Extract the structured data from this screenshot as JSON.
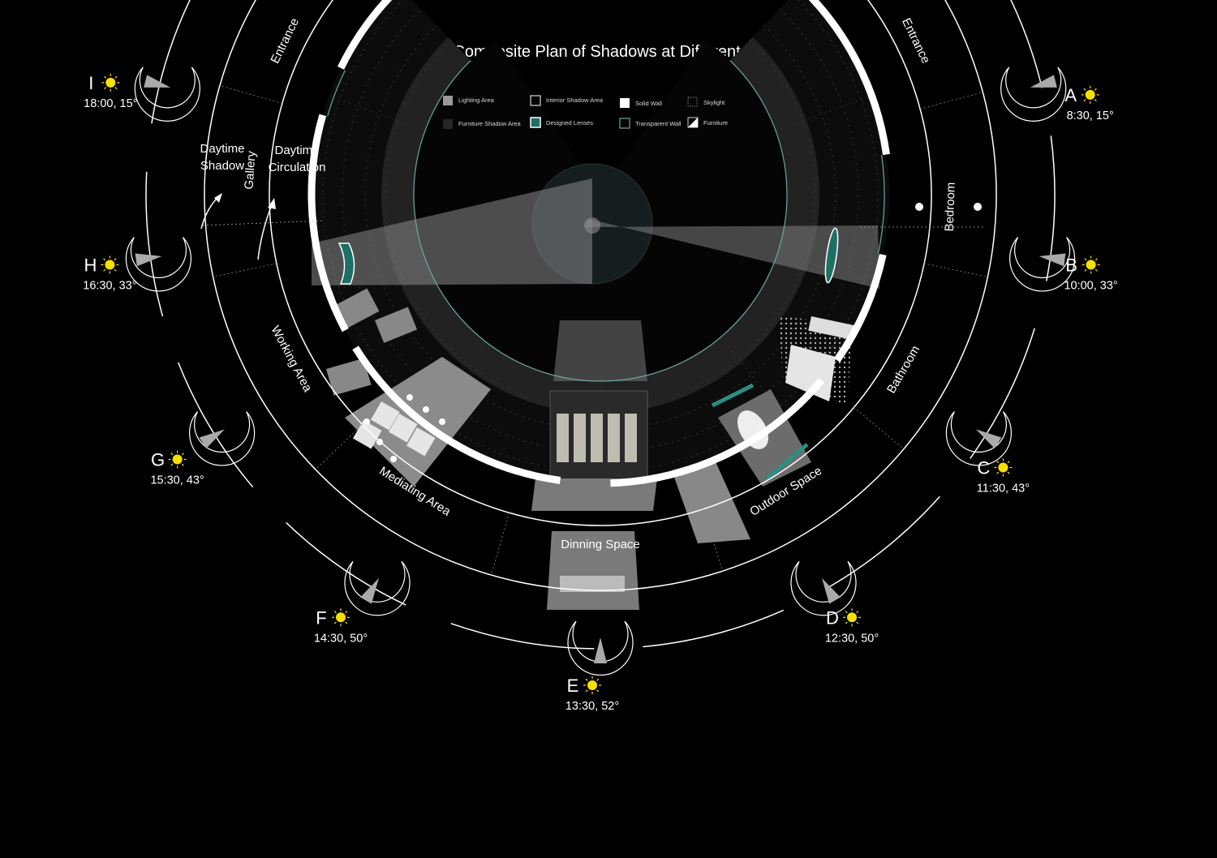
{
  "title": "Composite Plan of Shadows at Different Time",
  "legend": [
    {
      "key": "lighting",
      "label": "Lighting Area"
    },
    {
      "key": "interior-shadow",
      "label": "Interior Shadow Area"
    },
    {
      "key": "solid-wall",
      "label": "Solid Wall"
    },
    {
      "key": "skylight",
      "label": "Skylight"
    },
    {
      "key": "furniture-shadow",
      "label": "Furniture Shadow Area"
    },
    {
      "key": "designed-lenses",
      "label": "Designed Lenses"
    },
    {
      "key": "transparent-wall",
      "label": "Transparent Wall"
    },
    {
      "key": "furniture",
      "label": "Furniture"
    }
  ],
  "axis_labels": {
    "shadow_line1": "Daytime",
    "shadow_line2": "Shadow",
    "circulation_line1": "Daytime",
    "circulation_line2": "Circulation"
  },
  "zones": [
    {
      "key": "entrance-left",
      "label": "Entrance"
    },
    {
      "key": "gallery",
      "label": "Gallery"
    },
    {
      "key": "working-area",
      "label": "Working Area"
    },
    {
      "key": "mediating-area",
      "label": "Mediating Area"
    },
    {
      "key": "dinning-space",
      "label": "Dinning Space"
    },
    {
      "key": "outdoor-space",
      "label": "Outdoor Space"
    },
    {
      "key": "bathroom",
      "label": "Bathroom"
    },
    {
      "key": "bedroom",
      "label": "Bedroom"
    },
    {
      "key": "entrance-right",
      "label": "Entrance"
    }
  ],
  "time_points": [
    {
      "letter": "A",
      "time": "8:30, 15°"
    },
    {
      "letter": "B",
      "time": "10:00, 33°"
    },
    {
      "letter": "C",
      "time": "11:30, 43°"
    },
    {
      "letter": "D",
      "time": "12:30, 50°"
    },
    {
      "letter": "E",
      "time": "13:30, 52°"
    },
    {
      "letter": "F",
      "time": "14:30, 50°"
    },
    {
      "letter": "G",
      "time": "15:30, 43°"
    },
    {
      "letter": "H",
      "time": "16:30, 33°"
    },
    {
      "letter": "I",
      "time": "18:00, 15°"
    }
  ],
  "colors": {
    "background": "#000000",
    "lighting": "#9a9a9a",
    "lens": "#1e6f66",
    "sun": "#f5e000",
    "wall": "#ffffff"
  }
}
